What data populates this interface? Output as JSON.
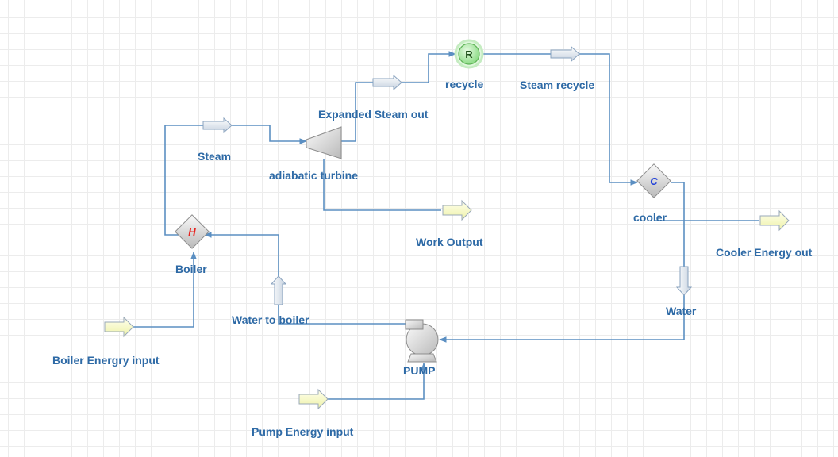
{
  "units": {
    "boiler": {
      "label": "Boiler",
      "symbol": "H",
      "symbol_color": "#e8211d"
    },
    "cooler": {
      "label": "cooler",
      "symbol": "C",
      "symbol_color": "#1f3fd8"
    },
    "recycle": {
      "label": "recycle",
      "symbol": "R",
      "fill_color": "#9fe59a"
    },
    "turbine": {
      "label": "adiabatic turbine"
    },
    "pump": {
      "label": "PUMP"
    }
  },
  "streams": {
    "steam": "Steam",
    "expanded_steam_out": "Expanded Steam out",
    "steam_recycle": "Steam recycle",
    "water": "Water",
    "water_to_boiler": "Water to boiler",
    "work_output": "Work Output",
    "cooler_energy_out": "Cooler Energy out",
    "boiler_energy_input": "Boiler Energry input",
    "pump_energy_input": "Pump Energy input"
  },
  "colors": {
    "pipe": "#5b8fc2",
    "label": "#2e6aa6",
    "energy_arrow": "#f5f7c6",
    "material_arrow": "#dfe6ef",
    "grid": "#ececec"
  }
}
